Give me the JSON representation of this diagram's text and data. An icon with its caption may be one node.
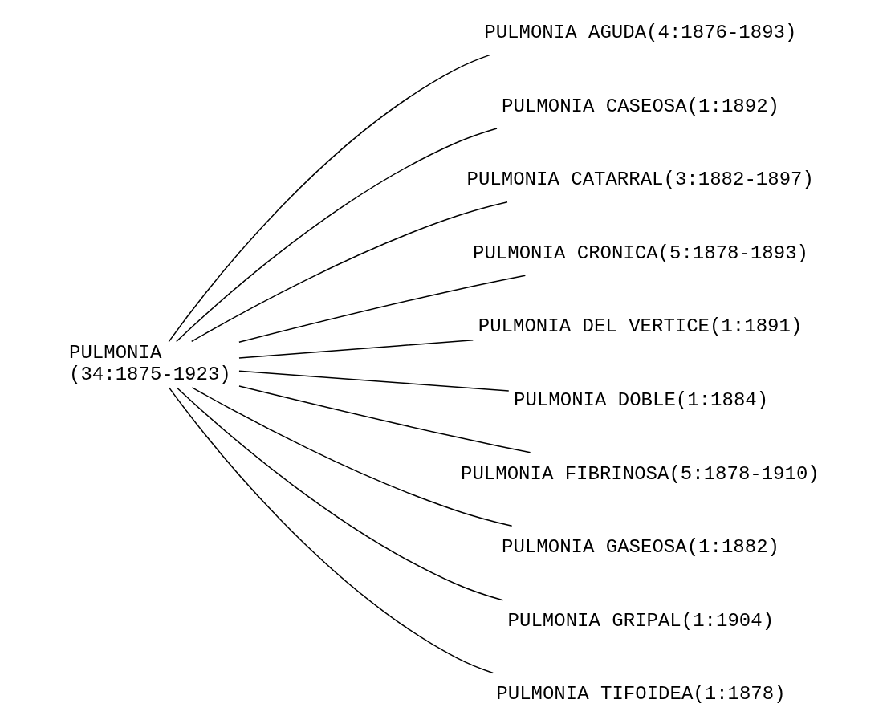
{
  "diagram": {
    "nodes": [
      {
        "text": [
          "PULMONIA (34:1875-1923)"
        ]
      },
      {
        "text": [
          "PULMONIA AGUDA(4:1876-1893)"
        ]
      },
      {
        "text": [
          "PULMONIA CASEOSA(1:1892)"
        ]
      },
      {
        "text": [
          "PULMONIA CATARRAL(3:1882-1897)"
        ]
      },
      {
        "text": [
          "PULMONIA CRONICA(5:1878-1893)"
        ]
      },
      {
        "text": [
          "PULMONIA DEL VERTICE(1:1891)"
        ]
      },
      {
        "text": [
          "PULMONIA DOBLE(1:1884)"
        ]
      },
      {
        "text": [
          "PULMONIA FIBRINOSA(5:1878-1910)"
        ]
      },
      {
        "text": [
          "PULMONIA GASEOSA(1:1882)"
        ]
      },
      {
        "text": [
          "PULMONIA GRIPAL(1:1904)"
        ]
      },
      {
        "text": [
          "PULMONIA TIFOIDEA(1:1878)"
        ]
      }
    ],
    "edges": [
      {
        "from": 0,
        "to": 1,
        "arrow": "none"
      },
      {
        "from": 0,
        "to": 2,
        "arrow": "none"
      },
      {
        "from": 0,
        "to": 3,
        "arrow": "none"
      },
      {
        "from": 0,
        "to": 4,
        "arrow": "none"
      },
      {
        "from": 0,
        "to": 5,
        "arrow": "none"
      },
      {
        "from": 0,
        "to": 6,
        "arrow": "none"
      },
      {
        "from": 0,
        "to": 7,
        "arrow": "none"
      },
      {
        "from": 0,
        "to": 8,
        "arrow": "none"
      },
      {
        "from": 0,
        "to": 9,
        "arrow": "none"
      },
      {
        "from": 0,
        "to": 10,
        "arrow": "none"
      }
    ]
  }
}
